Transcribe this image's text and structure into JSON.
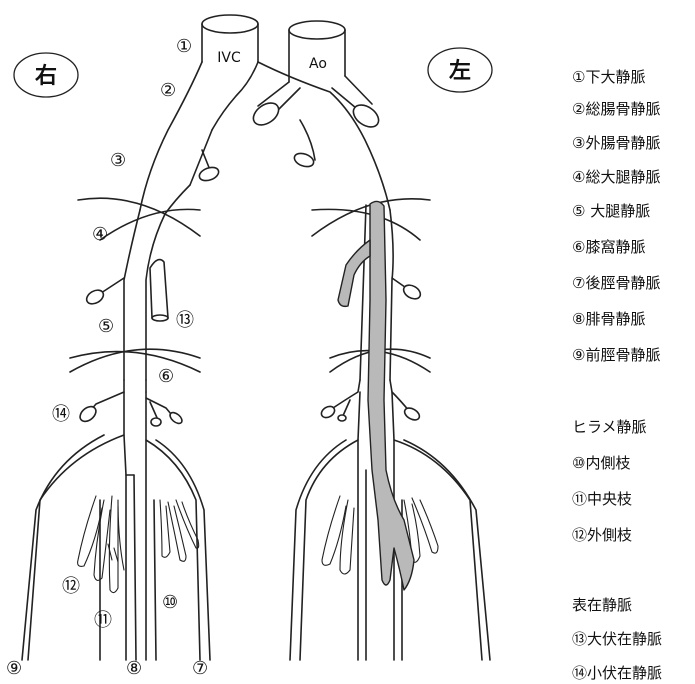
{
  "side_labels": {
    "right": "右",
    "left": "左"
  },
  "vessel_labels": {
    "ivc": "IVC",
    "ao": "Ao"
  },
  "callouts": {
    "c1": "①",
    "c2": "②",
    "c3": "③",
    "c4": "④",
    "c5": "⑤",
    "c6": "⑥",
    "c7": "⑦",
    "c8": "⑧",
    "c9": "⑨",
    "c11": "⑪",
    "c12": "⑫",
    "c13": "⑬",
    "c14": "⑭",
    "c10": "⑩"
  },
  "legend": {
    "deep": [
      "①下大静脈",
      "②総腸骨静脈",
      "③外腸骨静脈",
      "④総大腿静脈",
      "⑤ 大腿静脈",
      "⑥膝窩静脈",
      "⑦後脛骨静脈",
      "⑧腓骨静脈",
      "⑨前脛骨静脈"
    ],
    "soleal_title": "ヒラメ静脈",
    "soleal": [
      "⑩内側枝",
      "⑪中央枝",
      "⑫外側枝"
    ],
    "superficial_title": "表在静脈",
    "superficial": [
      "⑬大伏在静脈",
      "⑭小伏在静脈"
    ]
  },
  "colors": {
    "line": "#222222",
    "thrombus": "#b9b9b9",
    "background": "#ffffff"
  }
}
